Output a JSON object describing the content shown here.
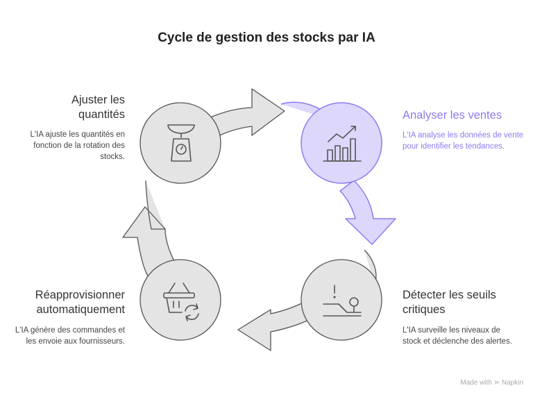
{
  "title": "Cycle de gestion des stocks par IA",
  "colors": {
    "accent": "#8b7cf0",
    "accent_fill": "#dcd7fb",
    "circle_fill": "#e4e4e4",
    "stroke": "#555555"
  },
  "steps": [
    {
      "title": "Analyser les ventes",
      "description": "L'IA analyse les données de vente pour identifier les tendances.",
      "icon": "chart-icon",
      "highlighted": true
    },
    {
      "title": "Détecter les seuils critiques",
      "description": "L'IA surveille les niveaux de stock et déclenche des alertes.",
      "icon": "alert-lever-icon",
      "highlighted": false
    },
    {
      "title": "Réapprovisionner automatiquement",
      "description": "L'IA génère des commandes et les envoie aux fournisseurs.",
      "icon": "basket-refresh-icon",
      "highlighted": false
    },
    {
      "title": "Ajuster les quantités",
      "description": "L'IA ajuste les quantités en fonction de la rotation des stocks.",
      "icon": "scale-icon",
      "highlighted": false
    }
  ],
  "footer": "Made with ⋗ Napkin"
}
